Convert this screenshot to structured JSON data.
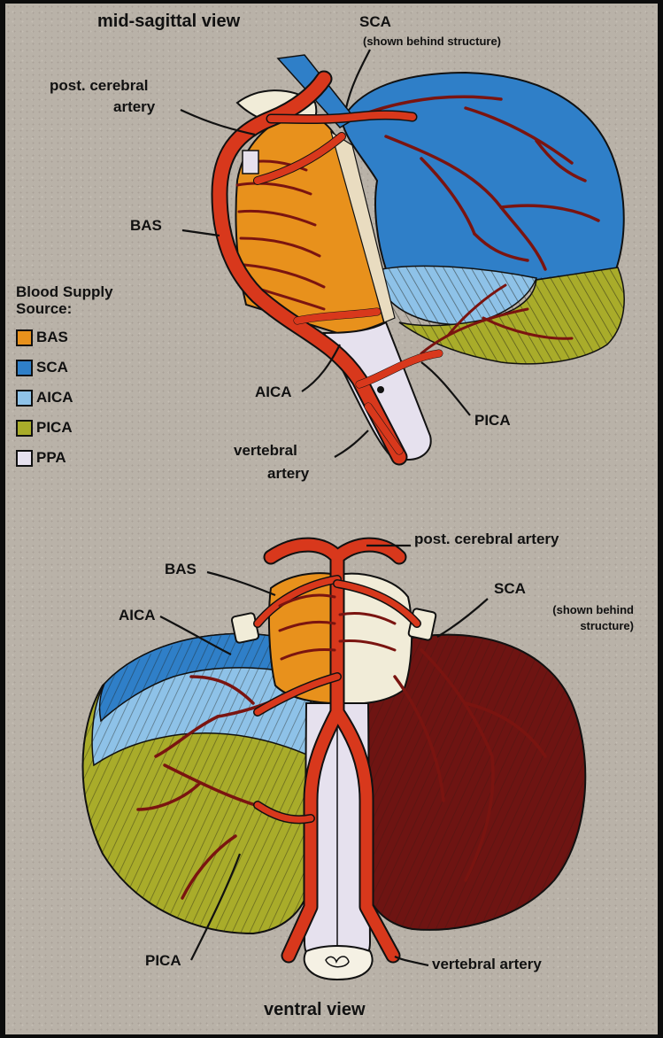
{
  "top_view": {
    "title": "mid-sagittal view",
    "labels": {
      "sca": "SCA",
      "sca_note": "(shown behind structure)",
      "post_cerebral_line1": "post. cerebral",
      "post_cerebral_line2": "artery",
      "bas": "BAS",
      "aica": "AICA",
      "pica": "PICA",
      "vertebral_line1": "vertebral",
      "vertebral_line2": "artery"
    }
  },
  "legend": {
    "title_line1": "Blood Supply",
    "title_line2": "Source:",
    "items": [
      {
        "label": "BAS",
        "color": "#e8911c"
      },
      {
        "label": "SCA",
        "color": "#2f7fc8"
      },
      {
        "label": "AICA",
        "color": "#8ec2e8"
      },
      {
        "label": "PICA",
        "color": "#a9ac2a"
      },
      {
        "label": "PPA",
        "color": "#e6e1ee"
      }
    ]
  },
  "bottom_view": {
    "title": "ventral view",
    "labels": {
      "post_cerebral": "post. cerebral artery",
      "bas": "BAS",
      "aica": "AICA",
      "sca": "SCA",
      "sca_note_line1": "(shown behind",
      "sca_note_line2": "structure)",
      "pica": "PICA",
      "vertebral": "vertebral artery"
    }
  },
  "colors": {
    "artery": "#d8381c",
    "artery_dark": "#7a1410",
    "background": "#b9b2a8",
    "frame": "#0c0c0c",
    "right_hemisphere": "#6e1412"
  }
}
